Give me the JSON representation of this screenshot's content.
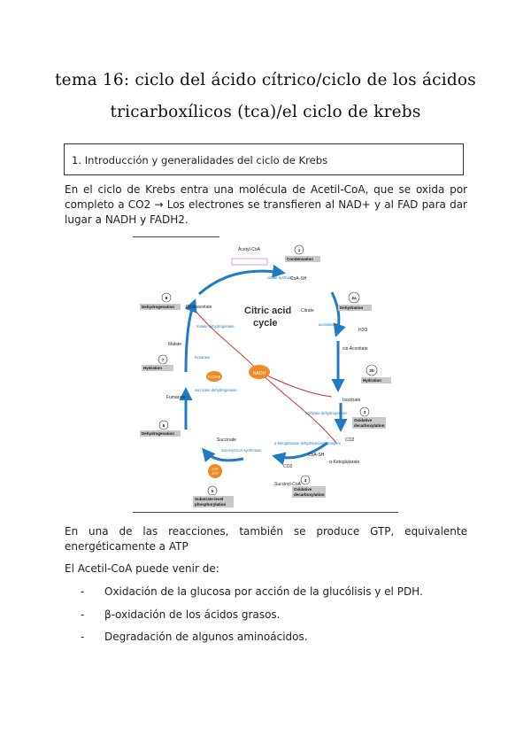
{
  "title": {
    "line1": "tema 16: ciclo del ácido cítrico/ciclo de los ácidos",
    "line2": "tricarboxílicos (tca)/el ciclo de krebs"
  },
  "section_heading": "1. Introducción y generalidades del ciclo de Krebs",
  "intro_paragraph": "En el ciclo de Krebs entra una molécula de Acetil-CoA, que se oxida por completo a CO2 → Los electrones se transfieren al NAD+ y al FAD para dar lugar a NADH y FADH2.",
  "diagram": {
    "center_label_1": "Citric acid",
    "center_label_2": "cycle",
    "nadh": "NADH",
    "fadh2": "FADH2",
    "gtp": "GTP",
    "atp": "ATP",
    "acetyl_coa": "Acetyl-CoA",
    "oxaloacetate": "Oxaloacetate",
    "citrate": "Citrate",
    "cis_aconitate": "cis-Aconitate",
    "isocitrate": "Isocitrate",
    "alpha_ketoglutarate": "α-Ketoglutarate",
    "succinyl_coa": "Succinyl-CoA",
    "succinate": "Succinate",
    "fumarate": "Fumarate",
    "malate": "Malate",
    "h2o": "H2O",
    "co2": "CO2",
    "coa_sh": "CoA-SH",
    "enzymes": {
      "citrate_synthase": "citrate synthase",
      "aconitase": "aconitase",
      "isocitrate_dh": "isocitrate dehydrogenase",
      "akg_dh": "α-ketoglutarate dehydrogenase complex",
      "succinyl_coa_synthetase": "succinyl-CoA synthetase",
      "succinate_dh": "succinate dehydrogenase",
      "fumarase": "fumarase",
      "malate_dh": "malate dehydrogenase"
    },
    "steps": {
      "s1_num": "1",
      "s1": "Condensation",
      "s2a_num": "2a",
      "s2a": "Dehydration",
      "s2b_num": "2b",
      "s2b": "Hydration",
      "s3_num": "3",
      "s3a": "Oxidative",
      "s3b": "decarboxylation",
      "s4_num": "4",
      "s4a": "Oxidative",
      "s4b": "decarboxylation",
      "s5_num": "5",
      "s5a": "Substrate-level",
      "s5b": "phosphorylation",
      "s6_num": "6",
      "s6": "Dehydrogenation",
      "s7_num": "7",
      "s7": "Hydration",
      "s8_num": "8",
      "s8": "Dehydrogenation"
    }
  },
  "gtp_paragraph": "En una de las reacciones, también se produce GTP, equivalente energéticamente a ATP",
  "sources_intro": "El Acetil-CoA puede venir de:",
  "sources": [
    "Oxidación de la glucosa por acción de la glucólisis y el PDH.",
    "β-oxidación de los ácidos grasos.",
    "Degradación de algunos aminoácidos."
  ],
  "colors": {
    "arrow_blue": "#1f7cc4",
    "nadh_orange": "#f08a24",
    "red_line": "#c8373c",
    "label_grey": "#c9c9c9"
  }
}
